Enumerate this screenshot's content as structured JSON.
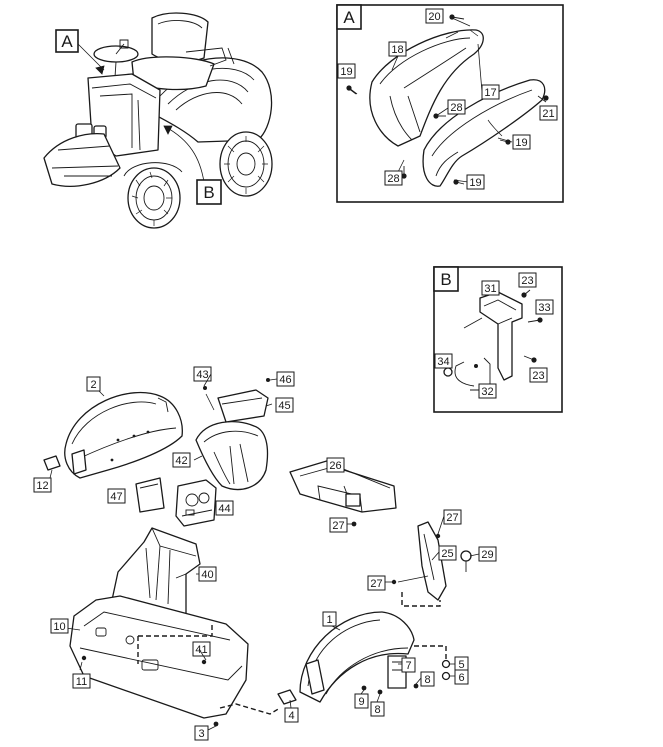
{
  "view_labels": {
    "a": "A",
    "b": "B"
  },
  "parts": {
    "p1": "1",
    "p2": "2",
    "p3": "3",
    "p4": "4",
    "p5": "5",
    "p6": "6",
    "p7": "7",
    "p8a": "8",
    "p8b": "8",
    "p9": "9",
    "p10": "10",
    "p11": "11",
    "p12": "12",
    "p17": "17",
    "p18": "18",
    "p19a": "19",
    "p19b": "19",
    "p19c": "19",
    "p20": "20",
    "p21": "21",
    "p23a": "23",
    "p23b": "23",
    "p25": "25",
    "p26": "26",
    "p27a": "27",
    "p27b": "27",
    "p27c": "27",
    "p28a": "28",
    "p28b": "28",
    "p29": "29",
    "p31": "31",
    "p32": "32",
    "p33": "33",
    "p34": "34",
    "p40": "40",
    "p41": "41",
    "p42": "42",
    "p43": "43",
    "p44": "44",
    "p45": "45",
    "p46": "46",
    "p47": "47"
  }
}
